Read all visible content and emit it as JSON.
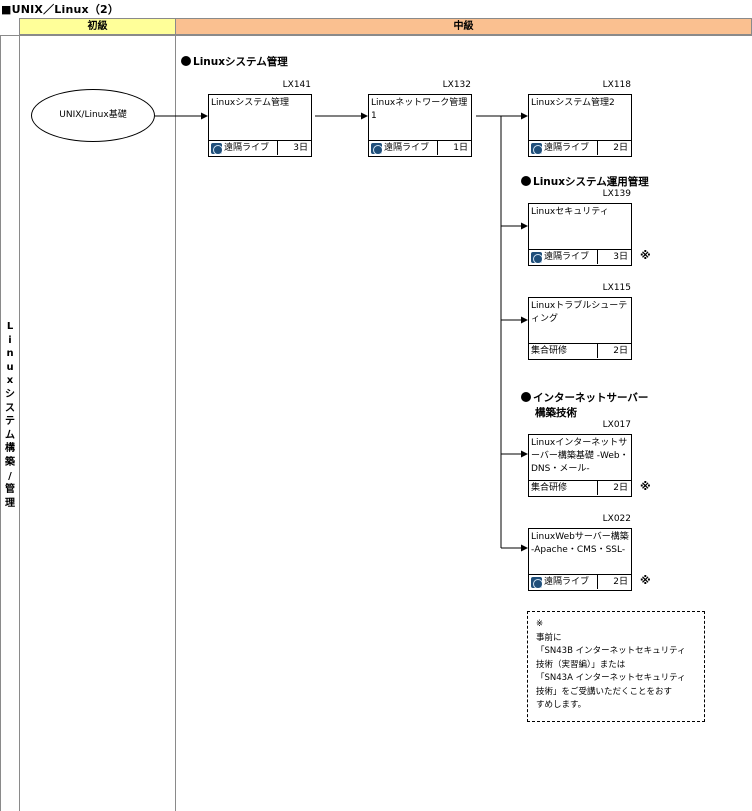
{
  "page_title": "■UNIX／Linux（2）",
  "headers": {
    "beginner": "初級",
    "intermediate": "中級"
  },
  "side_label": "Linuxシステム構築/管理",
  "start_node": "UNIX/Linux基礎",
  "sections": {
    "sysadmin": "Linuxシステム管理",
    "ops": "Linuxシステム運用管理",
    "internet_line1": "インターネットサーバー",
    "internet_line2": "構築技術"
  },
  "courses": [
    {
      "code": "LX141",
      "title": "Linuxシステム管理",
      "format": "遠隔ライブ",
      "format_icon": "remote-live-icon",
      "days": "3日"
    },
    {
      "code": "LX132",
      "title": "Linuxネットワーク管理1",
      "format": "遠隔ライブ",
      "format_icon": "remote-live-icon",
      "days": "1日"
    },
    {
      "code": "LX118",
      "title": "Linuxシステム管理2",
      "format": "遠隔ライブ",
      "format_icon": "remote-live-icon",
      "days": "2日"
    },
    {
      "code": "LX139",
      "title": "Linuxセキュリティ",
      "format": "遠隔ライブ",
      "format_icon": "remote-live-icon",
      "days": "3日",
      "mark": "※"
    },
    {
      "code": "LX115",
      "title": "Linuxトラブルシューティング",
      "format": "集合研修",
      "days": "2日"
    },
    {
      "code": "LX017",
      "title": "Linuxインターネットサーバー構築基礎 -Web・DNS・メール-",
      "format": "集合研修",
      "days": "2日",
      "mark": "※"
    },
    {
      "code": "LX022",
      "title": "LinuxWebサーバー構築 -Apache・CMS・SSL-",
      "format": "遠隔ライブ",
      "format_icon": "remote-live-icon",
      "days": "2日",
      "mark": "※"
    }
  ],
  "note": {
    "mark": "※",
    "lines": [
      "事前に",
      "「SN43B インターネットセキュリティ",
      "技術（実習編）」または",
      "「SN43A インターネットセキュリティ",
      "技術」をご受講いただくことをおす",
      "すめします。"
    ]
  },
  "colors": {
    "beginner_header": "#ffff99",
    "intermediate_header": "#fac090",
    "icon": "#1f4e79"
  }
}
